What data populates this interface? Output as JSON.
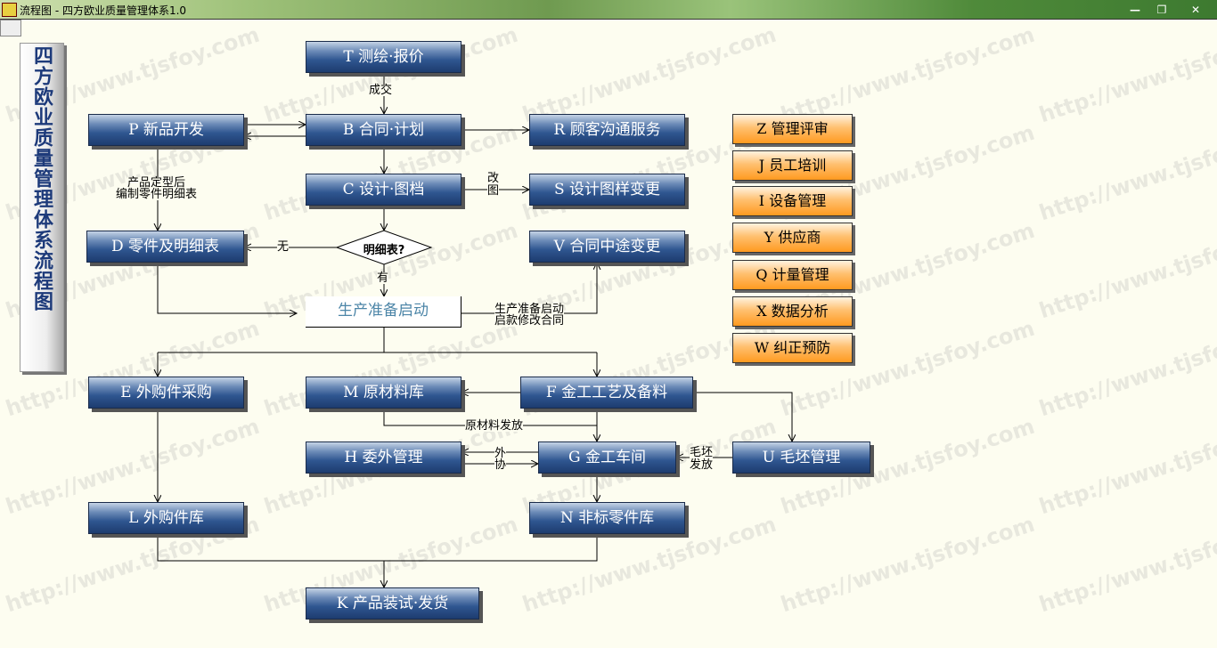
{
  "window": {
    "title": "流程图 - 四方欧业质量管理体系1.0",
    "min": "—",
    "max": "❐",
    "close": "✕"
  },
  "watermark": "http://www.tjsfoy.com",
  "side_title": "四方欧业质量管理体系流程图",
  "boxes": {
    "T": "T 测绘·报价",
    "B": "B 合同·计划",
    "P": "P 新品开发",
    "R": "R 顾客沟通服务",
    "C": "C 设计·图档",
    "S": "S 设计图样变更",
    "D": "D 零件及明细表",
    "V": "V 合同中途变更",
    "E": "E 外购件采购",
    "M": "M 原材料库",
    "F": "F 金工工艺及备料",
    "H": "H 委外管理",
    "G": "G 金工车间",
    "U": "U 毛坯管理",
    "L": "L 外购件库",
    "N": "N 非标零件库",
    "K": "K 产品装试·发货"
  },
  "start": "生产准备启动",
  "decision": "明细表?",
  "side_buttons": [
    "Z 管理评审",
    "J 员工培训",
    "I 设备管理",
    "Y 供应商",
    "Q 计量管理",
    "X 数据分析",
    "W 纠正预防"
  ],
  "labels": {
    "deal": "成交",
    "newprod1": "产品定型后",
    "newprod2": "编制零件明细表",
    "change1": "改",
    "change2": "图",
    "no": "无",
    "yes": "有",
    "contract1": "生产准备启动",
    "contract2": "启款修改合同",
    "material": "原材料发放",
    "out1": "外",
    "out2": "协",
    "blank1": "毛坯",
    "blank2": "发放"
  }
}
